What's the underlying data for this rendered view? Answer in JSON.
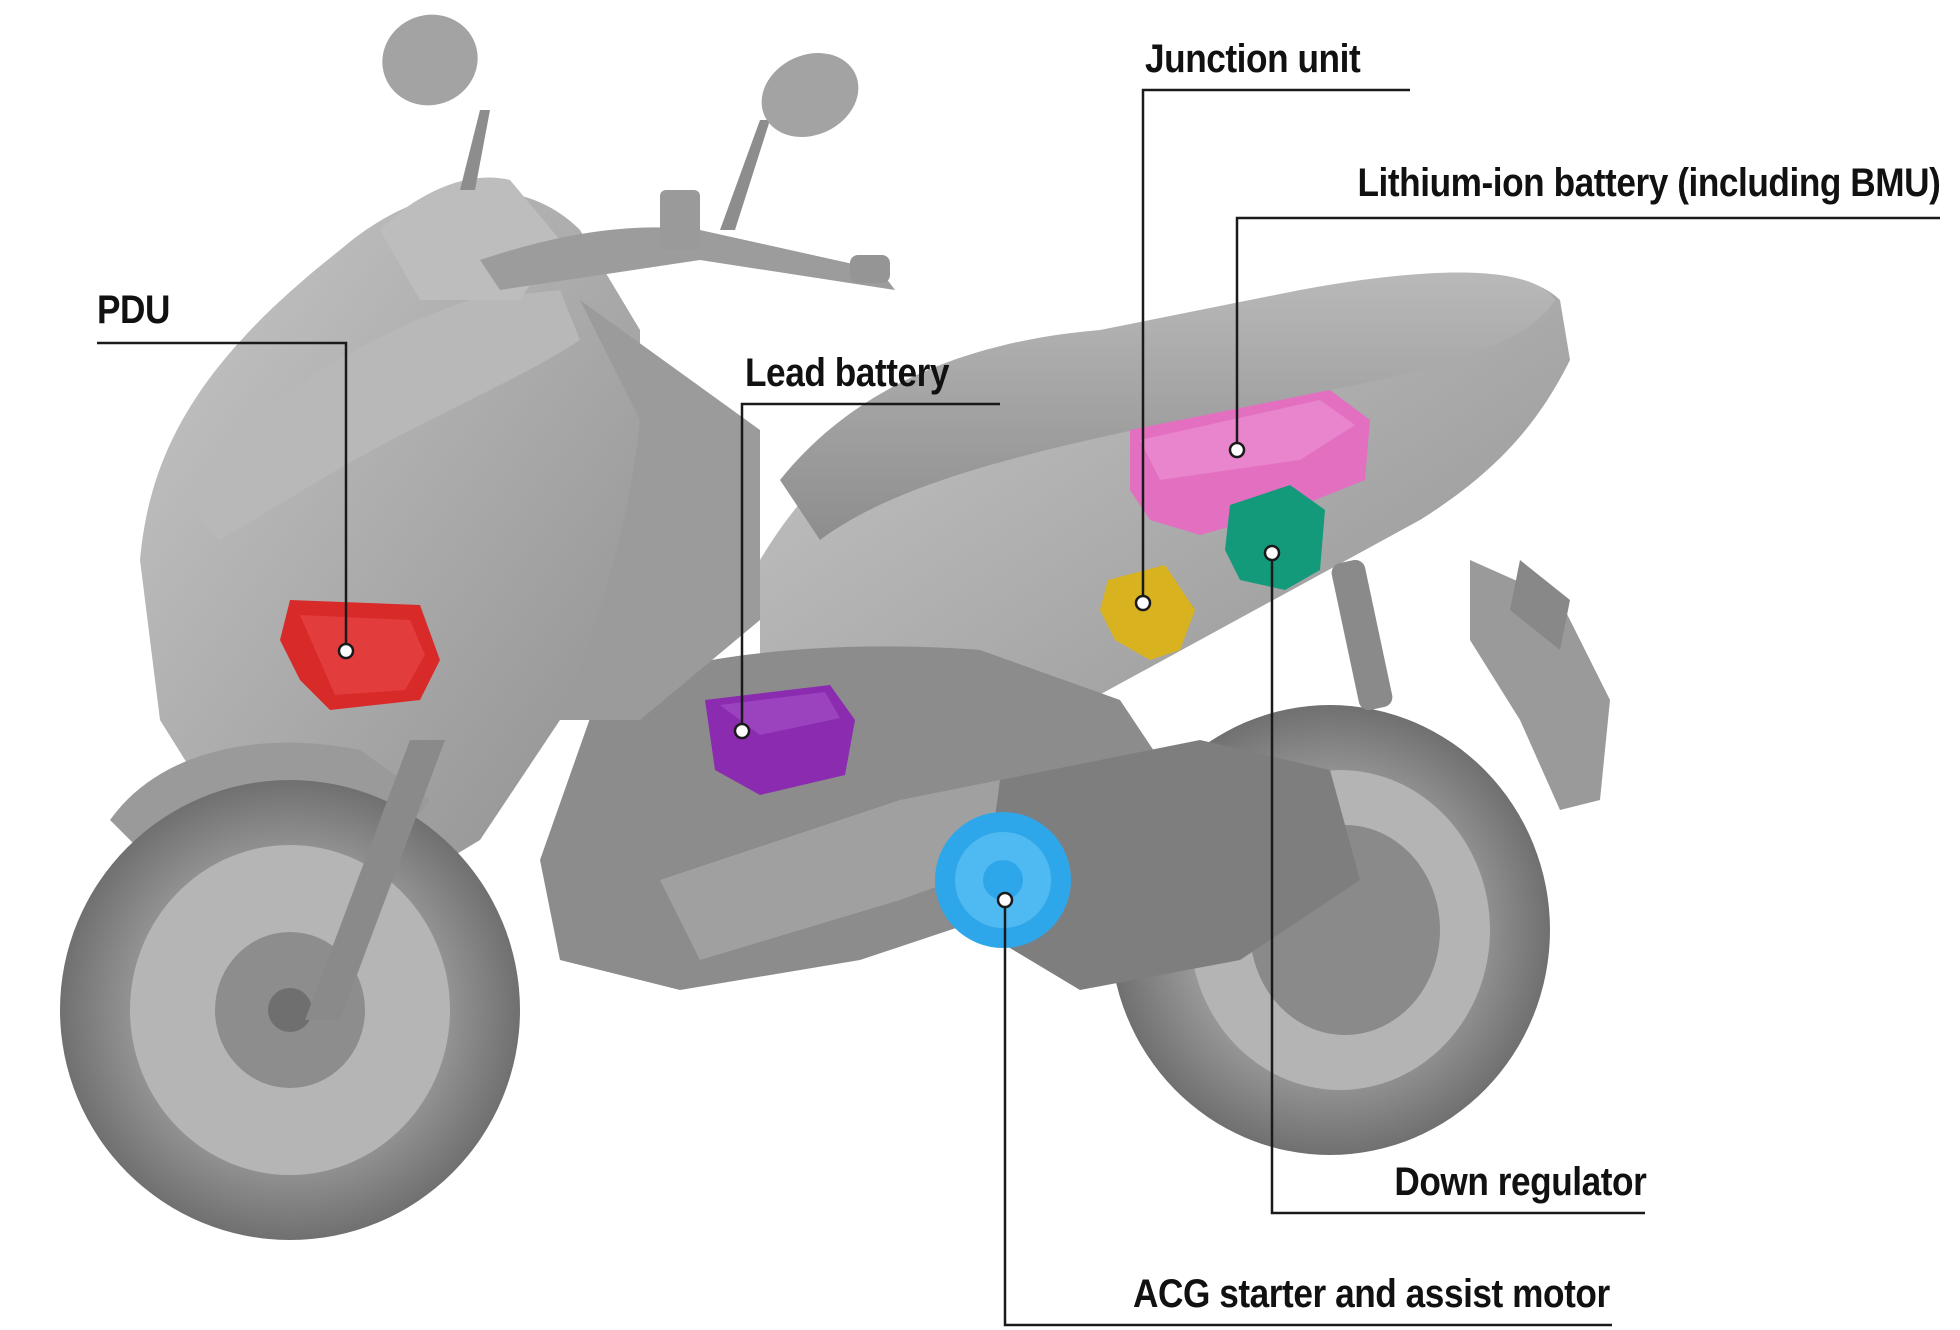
{
  "components": {
    "pdu": {
      "label": "PDU",
      "color": "#d92a2a"
    },
    "lead_battery": {
      "label": "Lead battery",
      "color": "#8a2bb0"
    },
    "junction_unit": {
      "label": "Junction unit",
      "color": "#d9b21f"
    },
    "lithium_ion_battery": {
      "label": "Lithium-ion battery (including BMU)",
      "color": "#e26fc0"
    },
    "down_regulator": {
      "label": "Down regulator",
      "color": "#139a7a"
    },
    "acg_motor": {
      "label": "ACG starter and assist motor",
      "color": "#2ea6ea"
    }
  },
  "colors": {
    "scooter_body": "#a9a9a9",
    "scooter_shadow": "#7c7c7c",
    "scooter_highlight": "#cfcfcf",
    "leader_line": "#1a1a1a"
  }
}
